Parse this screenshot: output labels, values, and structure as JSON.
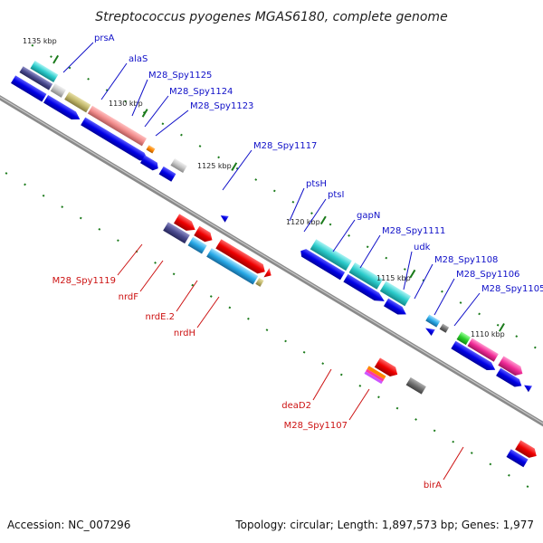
{
  "title": "Streptococcus pyogenes MGAS6180, complete genome",
  "footer": {
    "accession": "Accession: NC_007296",
    "topology": "Topology: circular; Length: 1,897,573 bp; Genes: 1,977"
  },
  "colors": {
    "backbone": "#8a8a8a",
    "label_blue": "#1010c8",
    "label_red": "#cc1111",
    "dots": "#1a7a1a"
  },
  "ticks": [
    "1135 kbp",
    "1130 kbp",
    "1125 kbp",
    "1120 kbp",
    "1115 kbp",
    "1110 kbp"
  ],
  "labels_top": [
    "prsA",
    "alaS",
    "M28_Spy1125",
    "M28_Spy1124",
    "M28_Spy1123",
    "M28_Spy1117",
    "ptsH",
    "ptsI",
    "gapN",
    "M28_Spy1111",
    "udk",
    "M28_Spy1108",
    "M28_Spy1106",
    "M28_Spy1105"
  ],
  "labels_bottom": [
    "M28_Spy1119",
    "nrdF",
    "nrdE.2",
    "nrdH",
    "deaD2",
    "M28_Spy1107",
    "birA"
  ]
}
